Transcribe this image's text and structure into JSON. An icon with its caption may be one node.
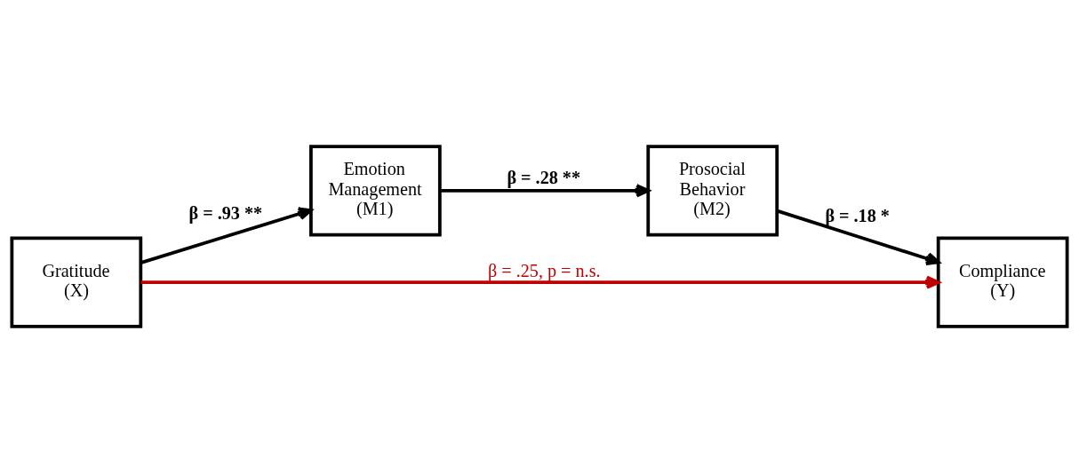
{
  "diagram": {
    "nodes": [
      {
        "text": [
          "Gratitude (X)"
        ]
      },
      {
        "text": [
          "Emotion Management (M1)"
        ]
      },
      {
        "text": [
          "Prosocial Behavior (M2)"
        ]
      },
      {
        "text": [
          "Compliance (Y)"
        ]
      }
    ],
    "edges": [
      {
        "from": 0,
        "to": 1,
        "arrow": "to",
        "label": "β = .93 **"
      },
      {
        "from": 1,
        "to": 2,
        "arrow": "to",
        "label": "β = .28 **"
      },
      {
        "from": 2,
        "to": 3,
        "arrow": "to",
        "label": "β = .18 *"
      },
      {
        "from": 0,
        "to": 3,
        "arrow": "to",
        "label": "β = .25, p = n.s.",
        "color": "#c00000"
      }
    ]
  }
}
